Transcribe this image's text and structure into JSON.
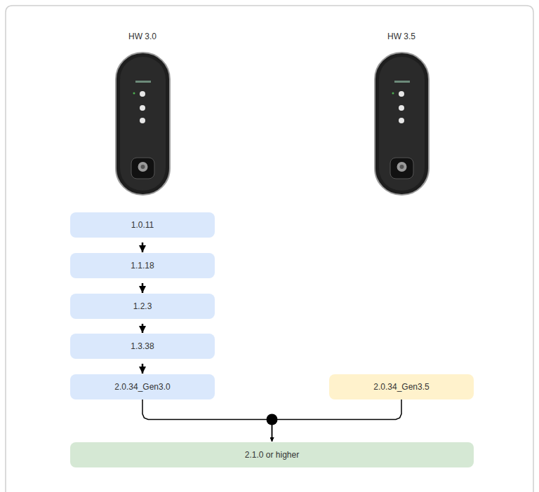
{
  "diagram": {
    "nodes": [
      {
        "text": [
          "1.0.11"
        ]
      },
      {
        "text": [
          "1.1.18"
        ]
      },
      {
        "text": [
          "1.2.3"
        ]
      },
      {
        "text": [
          "1.3.38"
        ]
      },
      {
        "text": [
          "2.0.34_Gen3.0"
        ]
      },
      {
        "text": [
          "2.0.34_Gen3.5"
        ]
      },
      {
        "text": [
          "2.1.0 or higher"
        ]
      }
    ],
    "edges": [
      {
        "from": 0,
        "to": 1,
        "arrow": "to"
      },
      {
        "from": 1,
        "to": 2,
        "arrow": "to"
      },
      {
        "from": 2,
        "to": 3,
        "arrow": "to"
      },
      {
        "from": 3,
        "to": 4,
        "arrow": "to"
      },
      {
        "from": 4,
        "to": 6,
        "arrow": "to"
      },
      {
        "from": 5,
        "to": 6,
        "arrow": "to"
      }
    ],
    "labels": [
      "HW 3.0",
      "HW 3.5"
    ]
  }
}
